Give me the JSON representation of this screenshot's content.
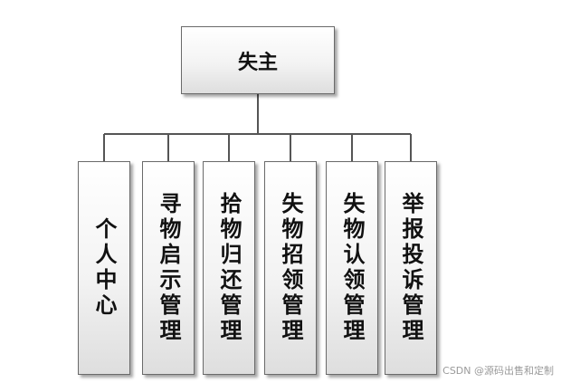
{
  "root": {
    "label": "失主"
  },
  "modules": [
    {
      "label": "个人中心"
    },
    {
      "label": "寻物启示管理"
    },
    {
      "label": "拾物归还管理"
    },
    {
      "label": "失物招领管理"
    },
    {
      "label": "失物认领管理"
    },
    {
      "label": "举报投诉管理"
    }
  ],
  "watermark": {
    "text": "CSDN @源码出售和定制"
  }
}
